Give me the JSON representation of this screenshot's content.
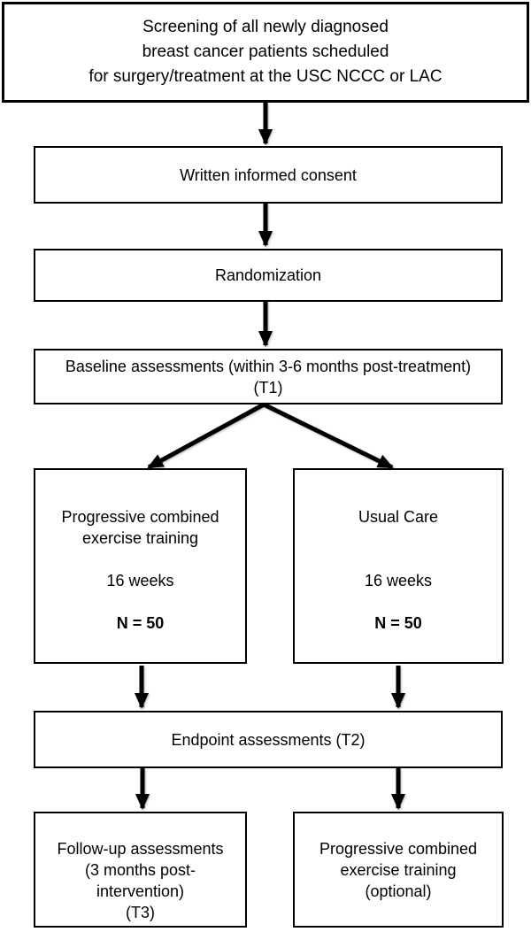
{
  "nodes": {
    "screening": {
      "lines": [
        "Screening of all newly diagnosed",
        "breast cancer patients scheduled",
        "for surgery/treatment at the USC NCCC or LAC"
      ]
    },
    "consent": {
      "label": "Written informed consent"
    },
    "randomization": {
      "label": "Randomization"
    },
    "baseline": {
      "lines": [
        "Baseline assessments (within 3-6 months post-treatment)",
        "(T1)"
      ]
    },
    "exercise": {
      "lines": [
        "Progressive combined",
        "exercise training"
      ],
      "duration": "16 weeks",
      "n": "N = 50"
    },
    "usual_care": {
      "label": "Usual Care",
      "duration": "16 weeks",
      "n": "N = 50"
    },
    "endpoint": {
      "label": "Endpoint assessments (T2)"
    },
    "followup": {
      "lines": [
        "Follow-up assessments",
        "(3 months post-",
        "intervention)",
        "(T3)"
      ]
    },
    "optional_exercise": {
      "lines": [
        "Progressive combined",
        "exercise training",
        "(optional)"
      ]
    }
  },
  "style": {
    "line_color": "#000000",
    "background": "#ffffff"
  }
}
